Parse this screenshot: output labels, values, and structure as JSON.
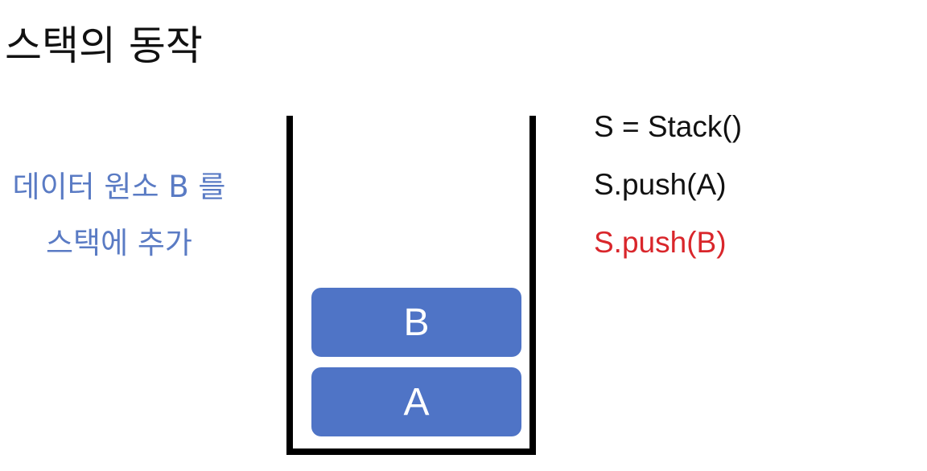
{
  "title": "스택의 동작",
  "description": {
    "line1": "데이터 원소 B 를",
    "line2": "스택에 추가"
  },
  "stack": {
    "items": [
      {
        "label": "B"
      },
      {
        "label": "A"
      }
    ]
  },
  "code": {
    "lines": [
      {
        "text": "S = Stack()",
        "color": "#111111"
      },
      {
        "text": "S.push(A)",
        "color": "#111111"
      },
      {
        "text": "S.push(B)",
        "color": "#d9262b"
      }
    ]
  },
  "colors": {
    "description": "#5a7bc4",
    "stack_item": "#4f74c6",
    "highlight": "#d9262b"
  }
}
